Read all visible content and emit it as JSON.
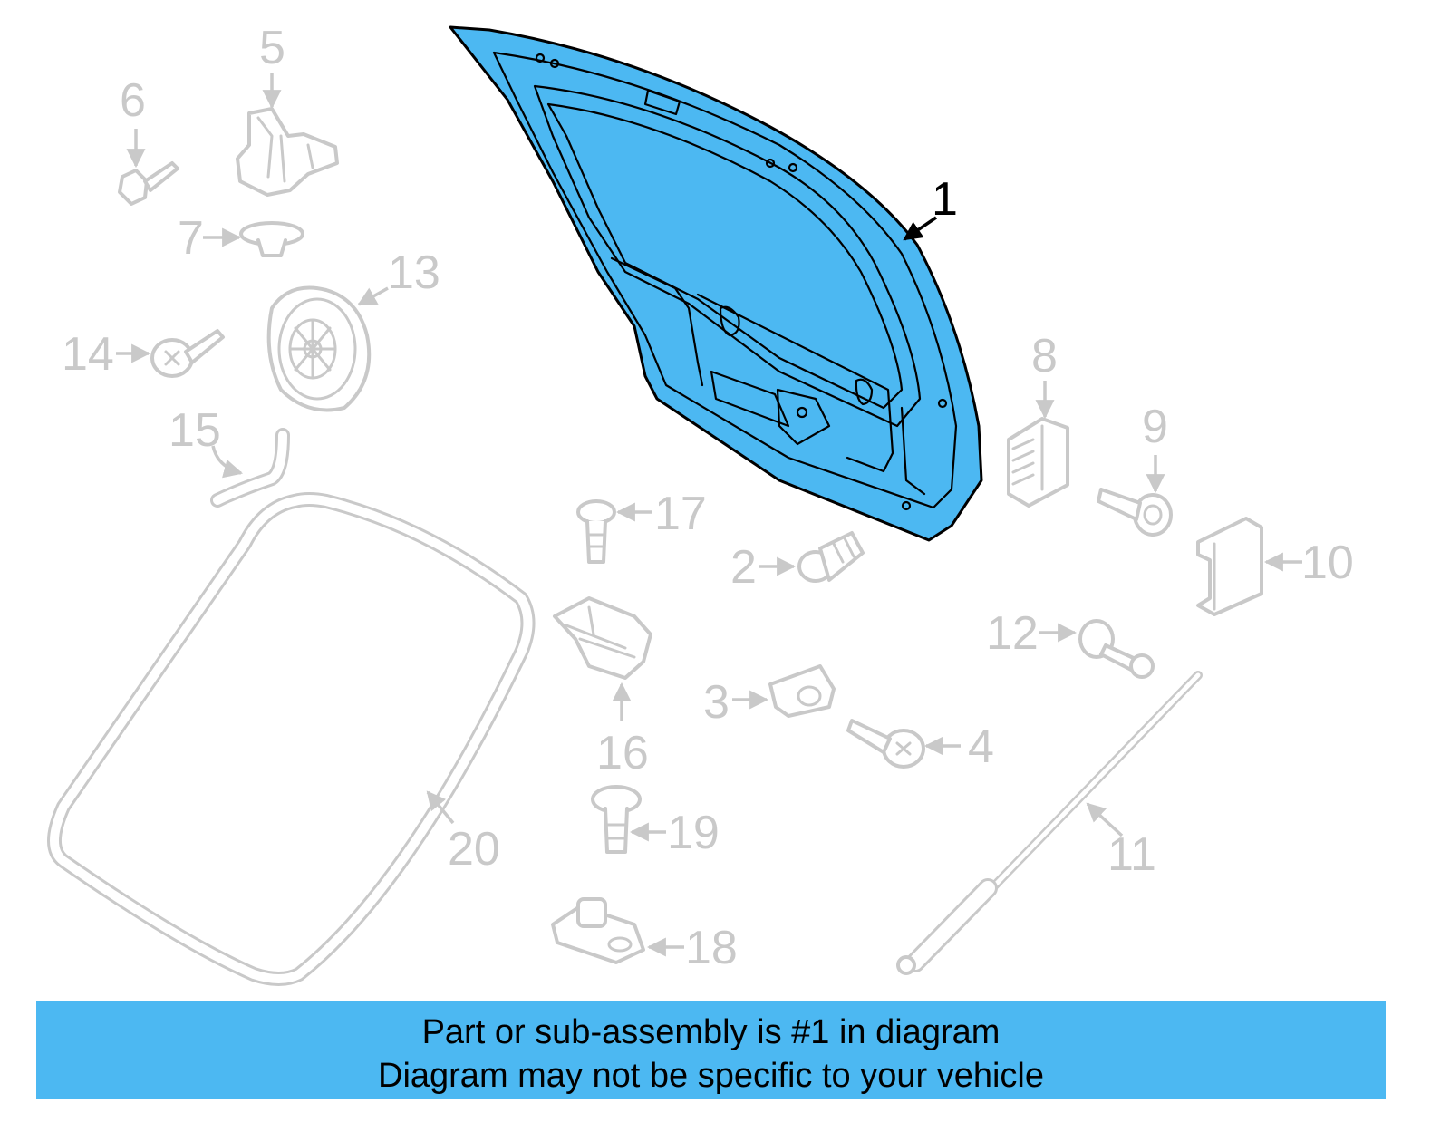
{
  "caption": {
    "line1": "Part or sub-assembly is #1 in diagram",
    "line2": "Diagram may not be specific to your vehicle",
    "background": "#4cb8f2"
  },
  "highlighted_part": "1",
  "highlight_color": "#4cb8f2",
  "callouts": {
    "c1": "1",
    "c2": "2",
    "c3": "3",
    "c4": "4",
    "c5": "5",
    "c6": "6",
    "c7": "7",
    "c8": "8",
    "c9": "9",
    "c10": "10",
    "c11": "11",
    "c12": "12",
    "c13": "13",
    "c14": "14",
    "c15": "15",
    "c16": "16",
    "c17": "17",
    "c18": "18",
    "c19": "19",
    "c20": "20"
  }
}
